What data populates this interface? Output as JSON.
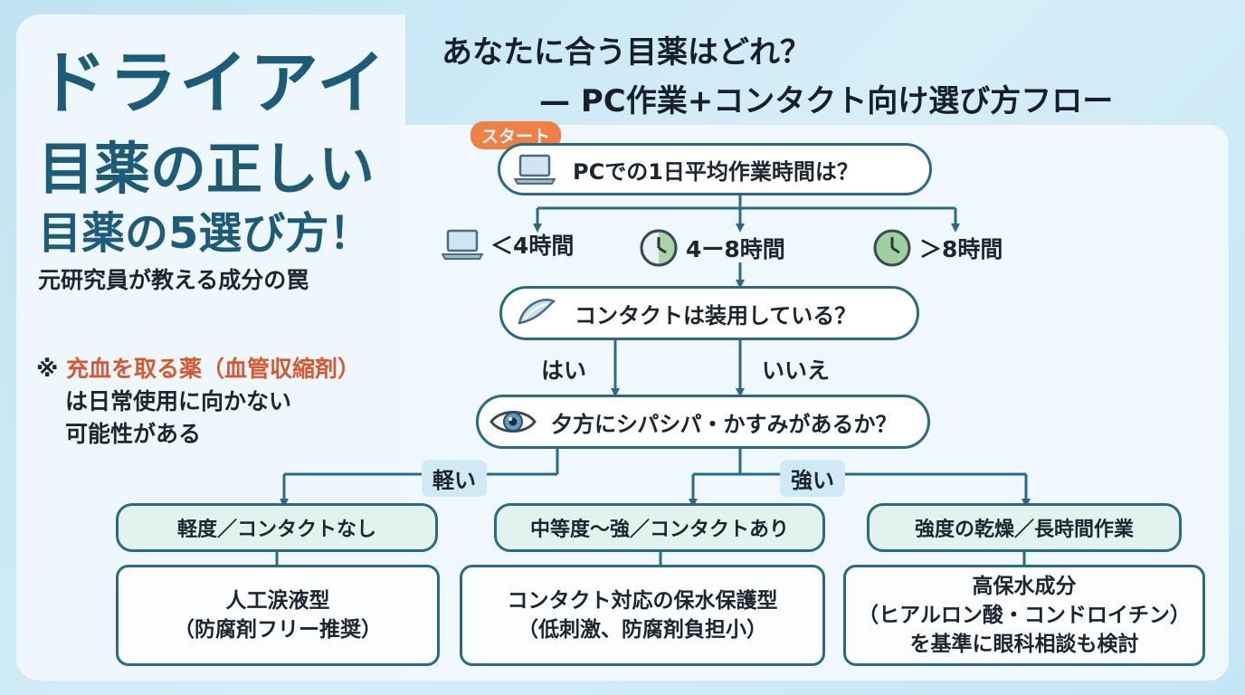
{
  "left": {
    "title_line1": "ドライアイ",
    "title_line2": "目薬の正しい",
    "title_line3": "目薬の5選び方！",
    "subtitle": "元研究員が教える成分の罠",
    "note_mark": "※",
    "note_highlight": "充血を取る薬（血管収縮剤）",
    "note_line2": "は日常使用に向かない",
    "note_line3": "可能性がある"
  },
  "header": {
    "line1": "あなたに合う目薬はどれ？",
    "line2": "— PC作業+コンタクト向け選び方フロー"
  },
  "flow": {
    "start_badge": "スタート",
    "q1": "PCでの1日平均作業時間は？",
    "q1_options": [
      "＜4時間",
      "4ー8時間",
      "＞8時間"
    ],
    "q2": "コンタクトは装用している？",
    "q2_yes": "はい",
    "q2_no": "いいえ",
    "q3": "夕方にシパシパ・かすみがあるか？",
    "q3_light": "軽い",
    "q3_strong": "強い",
    "categories": [
      "軽度／コンタクトなし",
      "中等度〜強／コンタクトあり",
      "強度の乾燥／長時間作業"
    ],
    "results": [
      [
        "人工涙液型",
        "（防腐剤フリー推奨）"
      ],
      [
        "コンタクト対応の保水保護型",
        "（低刺激、防腐剤負担小）"
      ],
      [
        "高保水成分",
        "（ヒアルロン酸・コンドロイチン）",
        "を基準に眼科相談も検討"
      ]
    ]
  },
  "colors": {
    "accent": "#1d5c78",
    "line": "#2a6a86",
    "warning": "#d9572f",
    "start": "#ef7f45",
    "category_bg": "#e3f2ec"
  },
  "icons": [
    "laptop-icon",
    "clock-icon",
    "contact-lens-icon",
    "eye-icon"
  ]
}
